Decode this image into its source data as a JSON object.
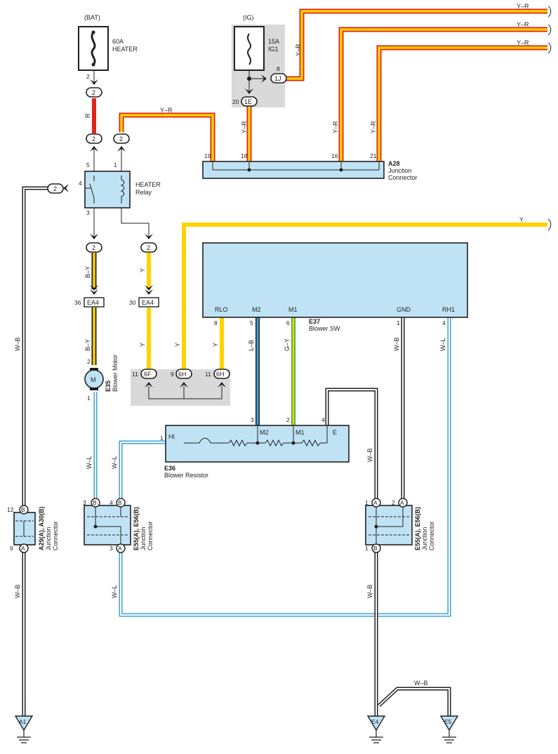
{
  "colors": {
    "wire_yellow": "#ffd200",
    "wire_red": "#e2231a",
    "wire_blue": "#3aa3dc",
    "wire_green": "#3bb449",
    "wire_black": "#231f20",
    "component_fill": "#bfe3f5",
    "highlight_grey": "#d9d9d9"
  },
  "power": {
    "bat_label": "(BAT)",
    "fuse_heater_amp": "60A",
    "fuse_heater_name": "HEATER",
    "ig_label": "(IG)",
    "fuse_ig1_amp": "15A",
    "fuse_ig1_name": "IG1"
  },
  "relay": {
    "name": "HEATER",
    "sub": "Relay"
  },
  "a28": {
    "code": "A28",
    "line1": "Junction",
    "line2": "Connector"
  },
  "e37": {
    "code": "E37",
    "name": "Blower SW",
    "terminals": [
      "RLO",
      "M2",
      "M1",
      "GND",
      "RH1"
    ]
  },
  "e36": {
    "code": "E36",
    "name": "Blower Resistor",
    "terminals": [
      "HI",
      "M2",
      "M1",
      "E"
    ]
  },
  "e35": {
    "code": "E35",
    "name": "Blower Motor",
    "symbol": "M"
  },
  "junctions": {
    "a29_code": "A29(A), A30(B)",
    "e55_code": "E55(A), E56(B)",
    "j1": "Junction",
    "j2": "Connector"
  },
  "connectors": {
    "ea4": "EA4",
    "c1j": "1J",
    "c1e": "1E",
    "c6f": "6F",
    "c6h": "6H",
    "c2": "2",
    "cA": "A",
    "cB": "B"
  },
  "wire_codes": {
    "yr": "Y–R",
    "r": "R",
    "y": "Y",
    "by": "B–Y",
    "wb": "W–B",
    "wl": "W–L",
    "lb": "L–B",
    "gy": "G–Y"
  },
  "grounds": [
    "A1",
    "E4",
    "E5"
  ],
  "pins": {
    "p1": "1",
    "p2": "2",
    "p3": "3",
    "p4": "4",
    "p5": "5",
    "p6": "6",
    "p8": "8",
    "p9": "9",
    "p11": "11",
    "p12": "12",
    "p16": "16",
    "p18": "18",
    "p19": "19",
    "p20": "20",
    "p21": "21",
    "p30": "30",
    "p36": "36"
  }
}
